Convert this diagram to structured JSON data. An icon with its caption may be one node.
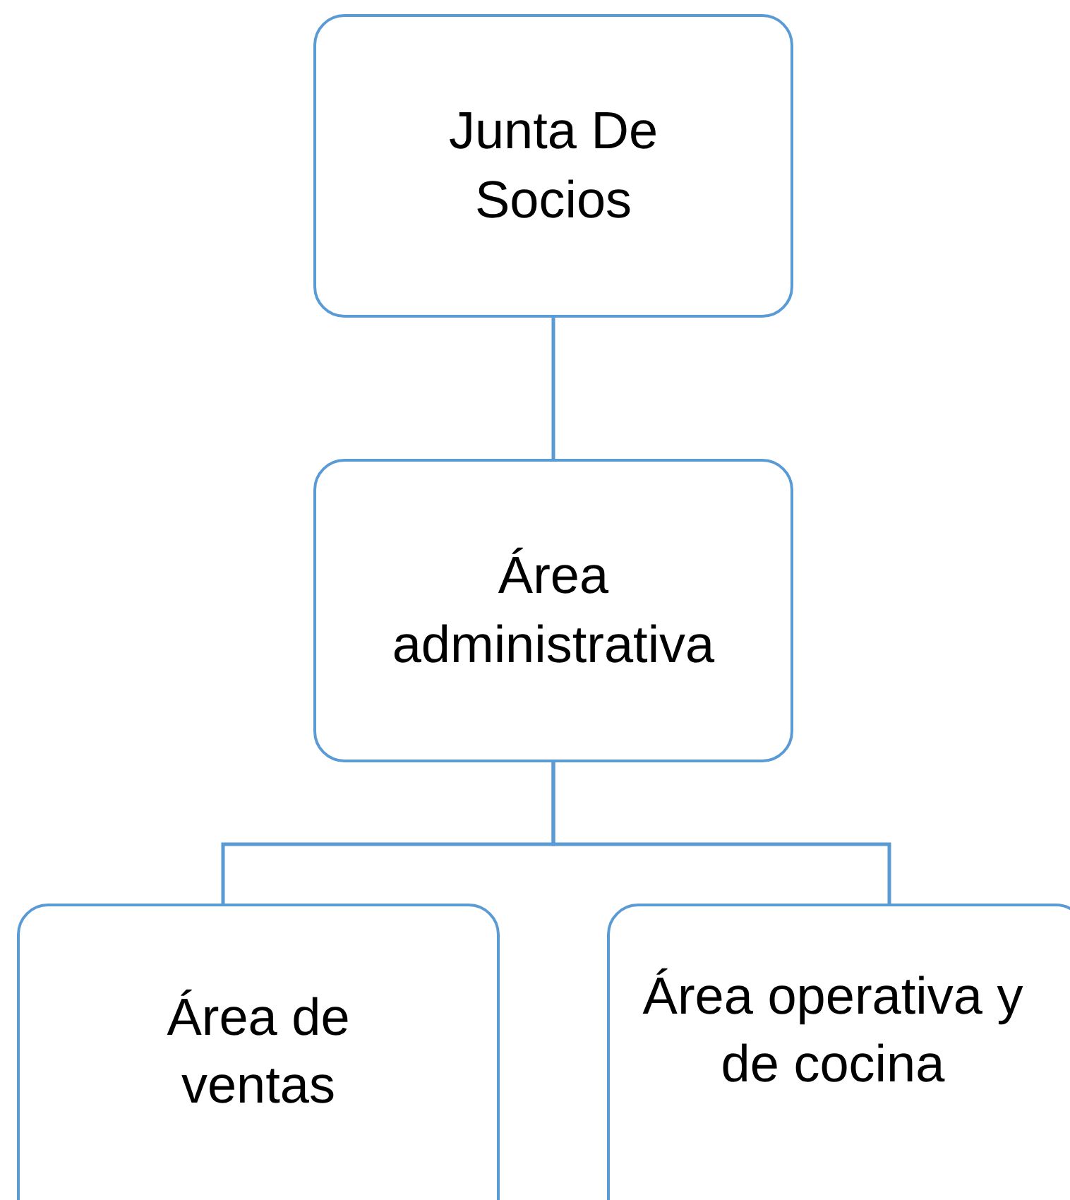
{
  "diagram": {
    "nodes": [
      {
        "text": [
          "Junta De Socios"
        ]
      },
      {
        "text": [
          "Área administrativa"
        ]
      },
      {
        "text": [
          "Área de ventas"
        ]
      },
      {
        "text": [
          "Área operativa y de cocina"
        ]
      }
    ],
    "edges": [
      {
        "from": 0,
        "to": 1,
        "arrow": "none"
      },
      {
        "from": 1,
        "to": 2,
        "arrow": "none"
      },
      {
        "from": 1,
        "to": 3,
        "arrow": "none"
      }
    ]
  }
}
